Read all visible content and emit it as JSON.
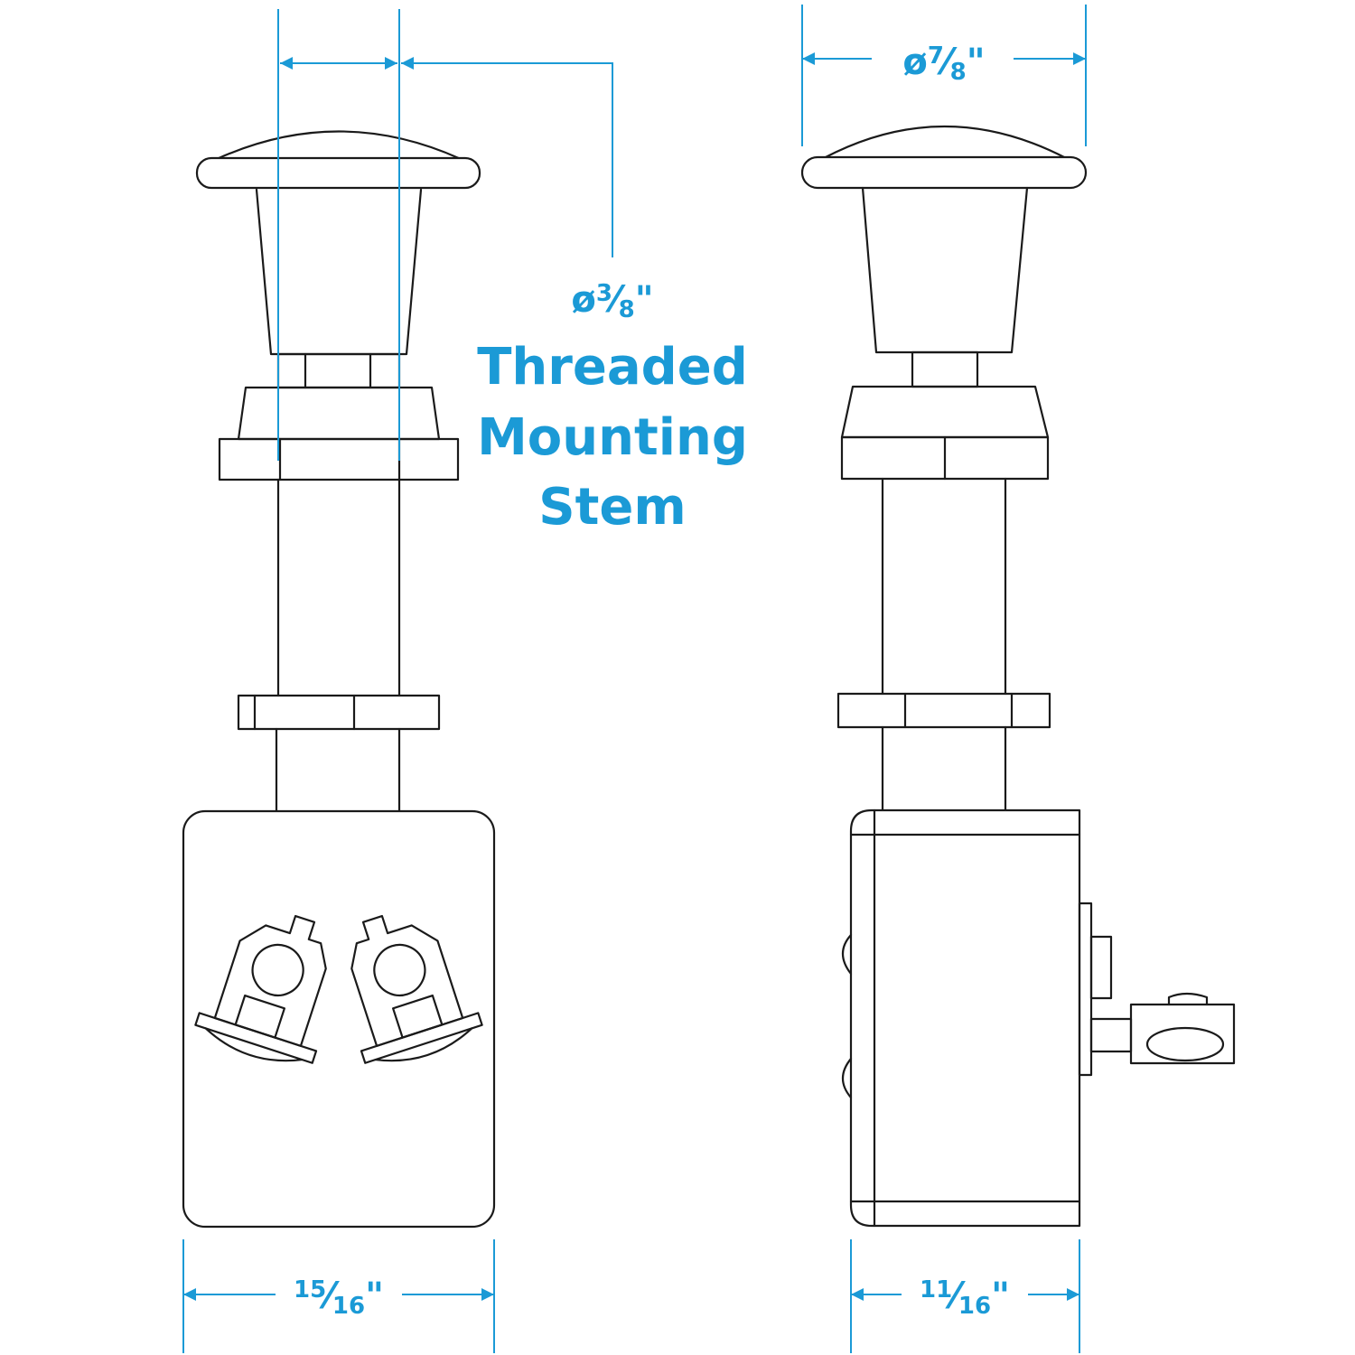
{
  "colors": {
    "dimension": "#1b9ad6",
    "ink": "#1a1a1a",
    "background": "#ffffff"
  },
  "dimensions": {
    "stem": {
      "symbol": "ø",
      "whole": "",
      "num": "3",
      "den": "8",
      "inch": "\""
    },
    "cap": {
      "symbol": "ø",
      "whole": "",
      "num": "7",
      "den": "8",
      "inch": "\""
    },
    "front_width": {
      "symbol": "",
      "whole": "",
      "num": "15",
      "den": "16",
      "inch": "\""
    },
    "side_width": {
      "symbol": "",
      "whole": "",
      "num": "11",
      "den": "16",
      "inch": "\""
    }
  },
  "stem_label": {
    "line1": "Threaded",
    "line2": "Mounting",
    "line3": "Stem"
  }
}
